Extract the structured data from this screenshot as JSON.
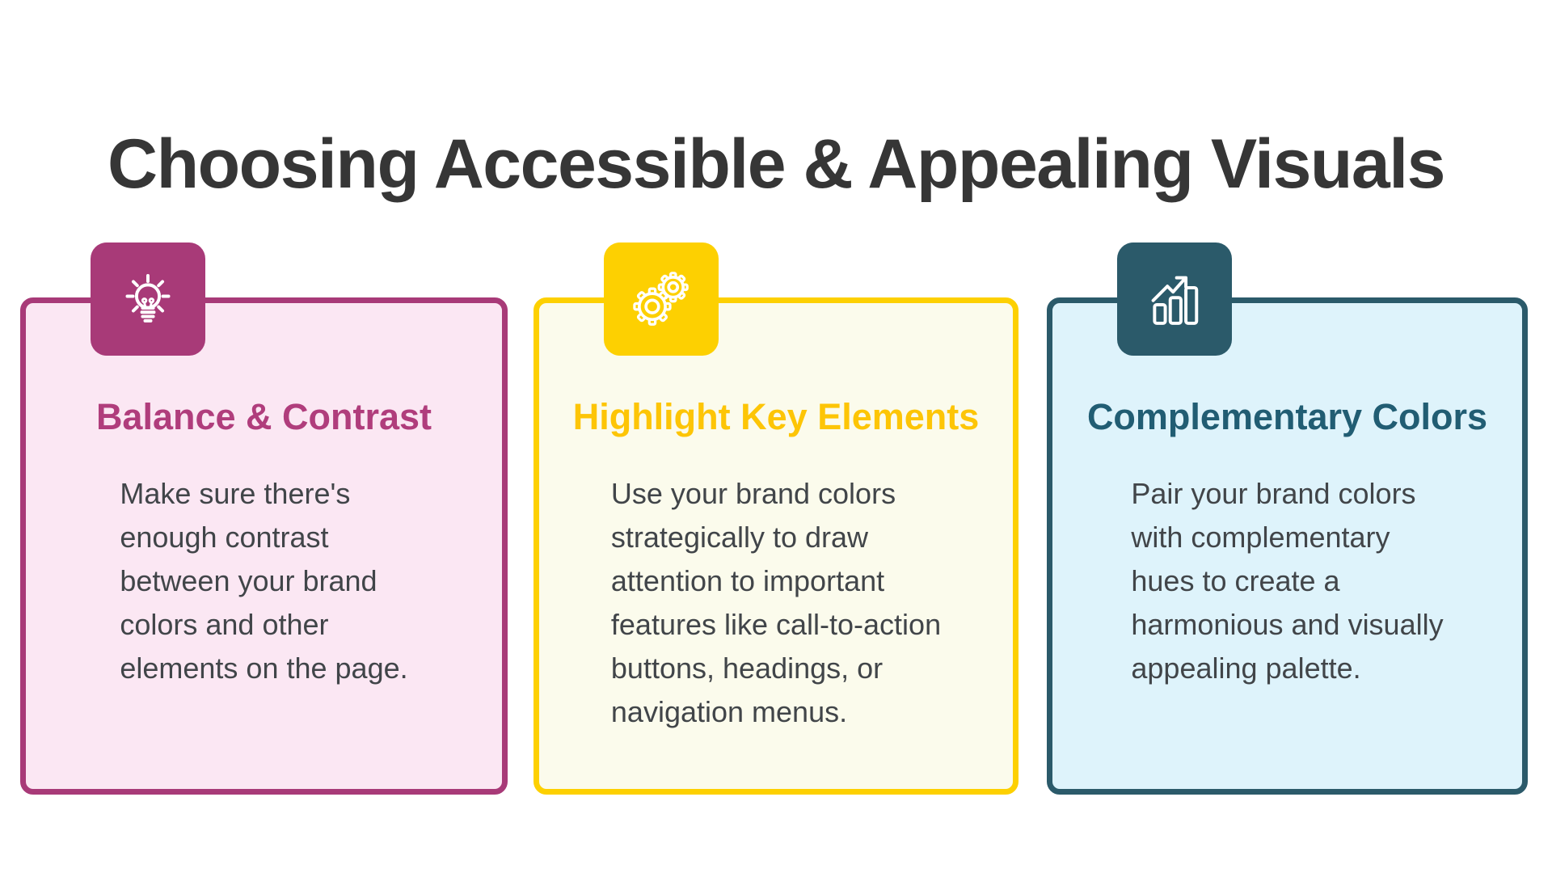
{
  "page": {
    "title": "Choosing Accessible & Appealing Visuals",
    "title_color": "#363636",
    "background_color": "#ffffff",
    "body_text_color": "#414549"
  },
  "cards": [
    {
      "id": "balance-contrast",
      "icon": "lightbulb-icon",
      "accent_color": "#a83a78",
      "heading_color": "#b03d7c",
      "background_color": "#fbe7f3",
      "heading": "Balance & Contrast",
      "body": "Make sure there's\nenough contrast\nbetween your brand\ncolors and other\nelements on the page."
    },
    {
      "id": "highlight-key-elements",
      "icon": "gears-icon",
      "accent_color": "#fdd001",
      "heading_color": "#fdc506",
      "background_color": "#fbfbec",
      "heading": "Highlight Key Elements",
      "body": "Use your brand colors\nstrategically to draw\nattention to important\nfeatures like call-to-action\nbuttons, headings, or\nnavigation menus."
    },
    {
      "id": "complementary-colors",
      "icon": "bar-chart-icon",
      "accent_color": "#2b5a6a",
      "heading_color": "#215d73",
      "background_color": "#def3fb",
      "heading": "Complementary Colors",
      "body": "Pair your brand colors\nwith complementary\nhues to create a\nharmonious and visually\nappealing palette."
    }
  ]
}
